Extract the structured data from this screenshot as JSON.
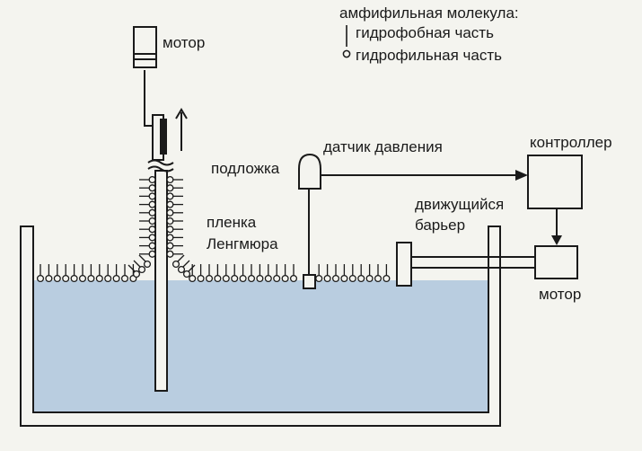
{
  "legend": {
    "title": "амфифильная молекула:",
    "hydrophobic": "гидрофобная часть",
    "hydrophilic": "гидрофильная часть"
  },
  "labels": {
    "motor_top": "мотор",
    "substrate": "подложка",
    "pressure_sensor": "датчик давления",
    "controller": "контроллер",
    "moving_barrier_line1": "движущийся",
    "moving_barrier_line2": "барьер",
    "film_line1": "пленка",
    "film_line2": "Ленгмюра",
    "motor_bottom": "мотор"
  },
  "colors": {
    "water": "#b9cde0",
    "ink": "#1a1a1a",
    "paper": "#f4f4ef"
  }
}
